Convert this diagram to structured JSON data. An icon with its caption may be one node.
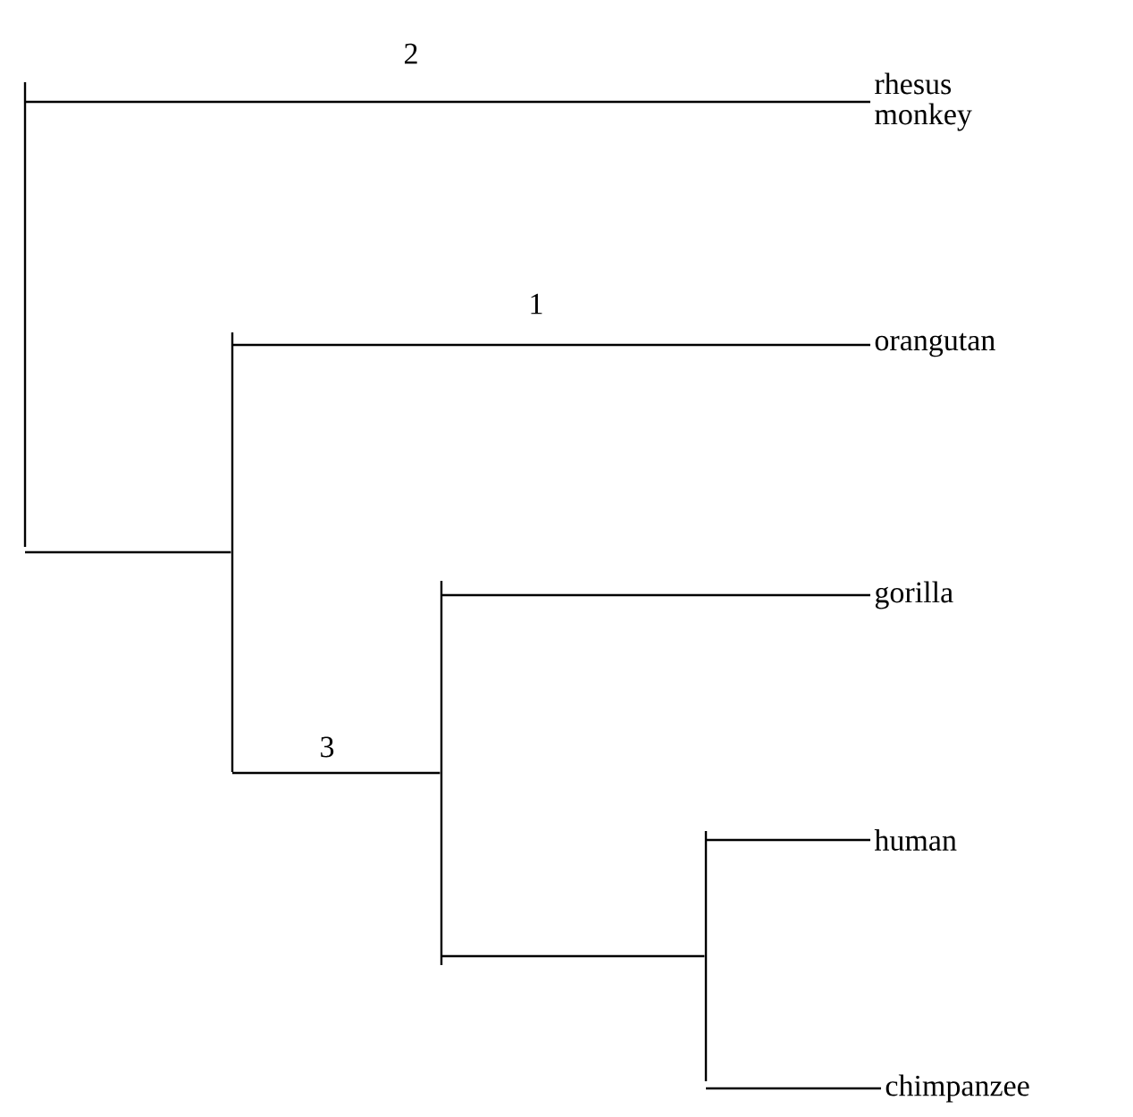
{
  "diagram": {
    "nodes": [
      {
        "text": [],
        "shape": "bar"
      },
      {
        "text": [
          "rhesus monkey"
        ]
      },
      {
        "text": [],
        "shape": "bar"
      },
      {
        "text": [
          "orangutan"
        ]
      },
      {
        "text": [],
        "shape": "bar"
      },
      {
        "text": [
          "gorilla"
        ]
      },
      {
        "text": [],
        "shape": "bar"
      },
      {
        "text": [
          "human"
        ]
      },
      {
        "text": [
          "chimpanzee"
        ]
      }
    ],
    "edges": [
      {
        "from": 0,
        "to": 1,
        "arrow": "none",
        "label": "2"
      },
      {
        "from": 0,
        "to": 2,
        "arrow": "none"
      },
      {
        "from": 2,
        "to": 3,
        "arrow": "none",
        "label": "1"
      },
      {
        "from": 2,
        "to": 4,
        "arrow": "none",
        "label": "3"
      },
      {
        "from": 4,
        "to": 5,
        "arrow": "none"
      },
      {
        "from": 4,
        "to": 6,
        "arrow": "none"
      },
      {
        "from": 6,
        "to": 7,
        "arrow": "none"
      },
      {
        "from": 6,
        "to": 8,
        "arrow": "none"
      }
    ]
  }
}
